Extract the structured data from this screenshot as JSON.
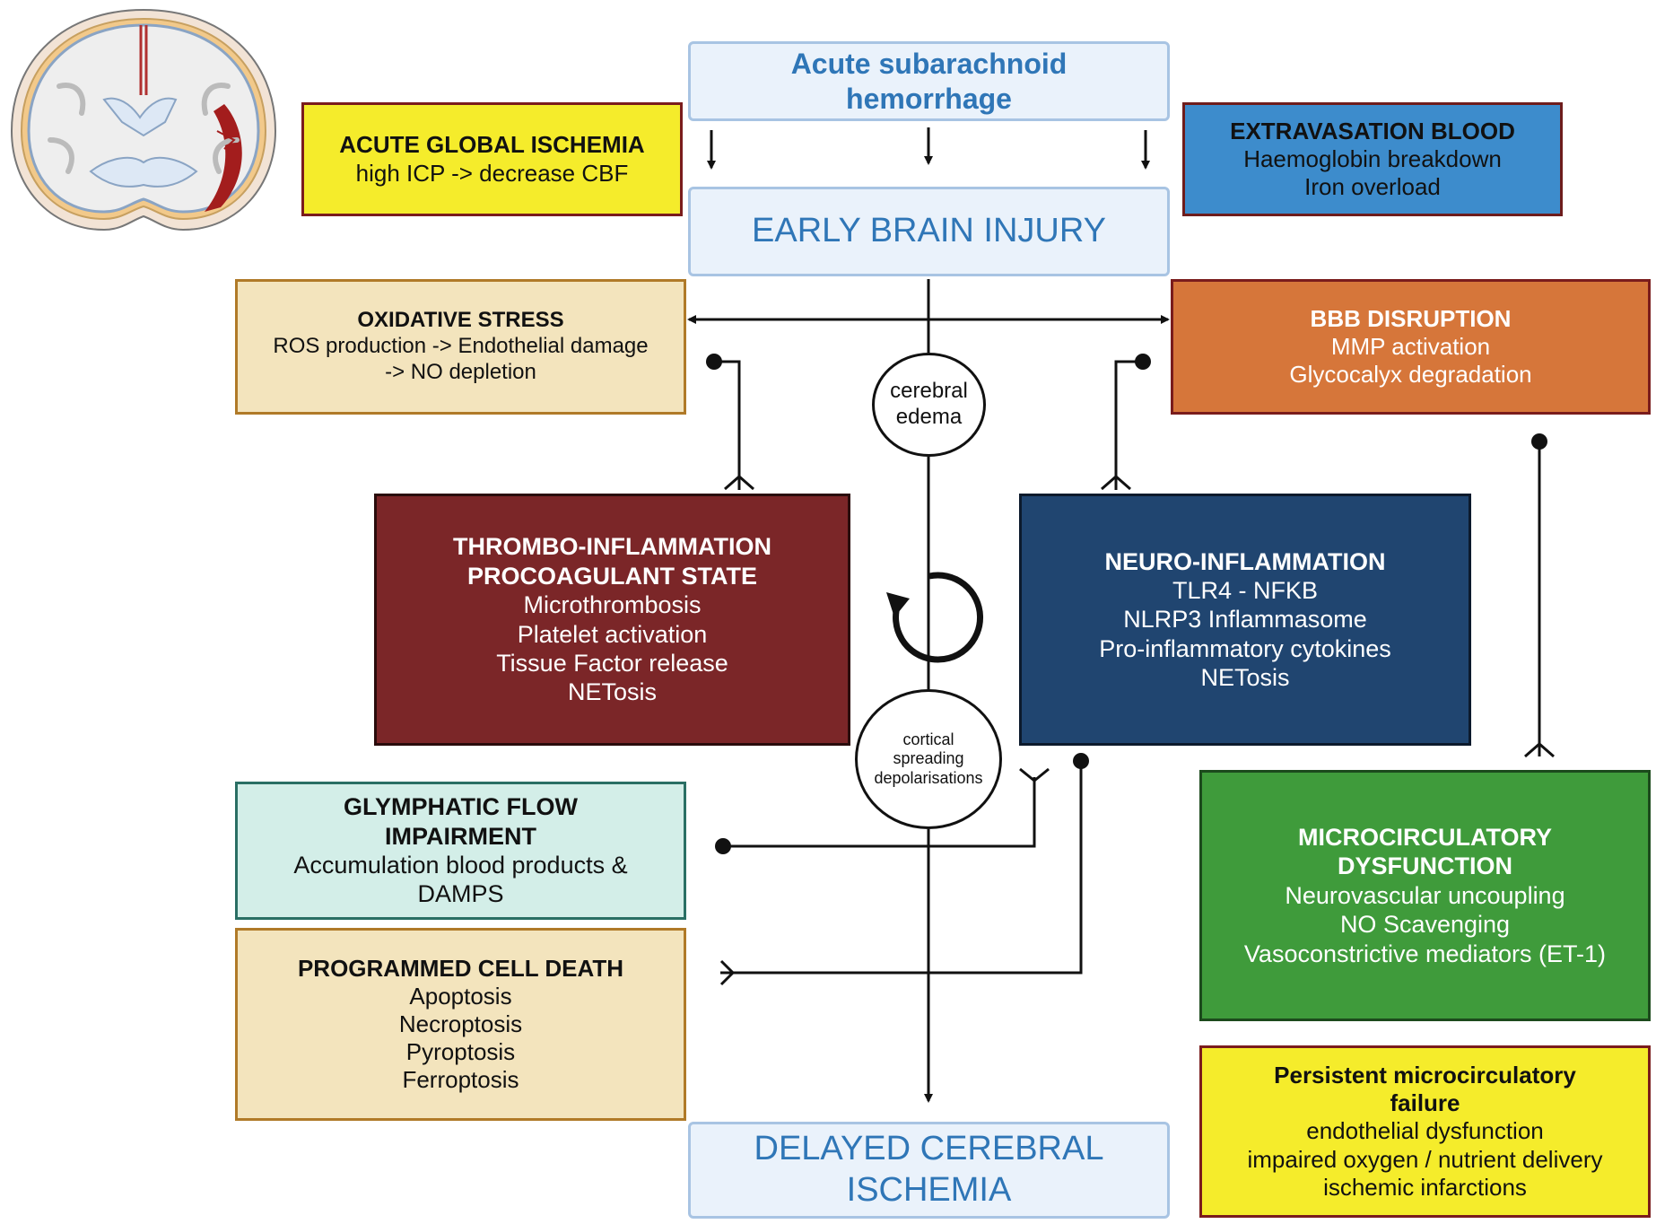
{
  "nodes": {
    "acute_sah": {
      "lines": [
        "Acute  subarachnoid",
        "hemorrhage"
      ]
    },
    "early_brain_injury": {
      "title": "EARLY BRAIN INJURY"
    },
    "delayed_ischemia": {
      "lines": [
        "DELAYED CEREBRAL",
        "ISCHEMIA"
      ]
    },
    "global_ischemia": {
      "title": "ACUTE GLOBAL ISCHEMIA",
      "lines": [
        "high ICP -> decrease CBF"
      ]
    },
    "extravasation": {
      "title": "EXTRAVASATION BLOOD",
      "lines": [
        "Haemoglobin breakdown",
        "Iron overload"
      ]
    },
    "oxidative_stress": {
      "title": "OXIDATIVE STRESS",
      "lines": [
        "ROS production ->  Endothelial damage",
        "-> NO depletion"
      ]
    },
    "bbb_disruption": {
      "title": "BBB DISRUPTION",
      "lines": [
        "MMP activation",
        "Glycocalyx degradation"
      ]
    },
    "thrombo_inflammation": {
      "title_lines": [
        "THROMBO-INFLAMMATION",
        "PROCOAGULANT STATE"
      ],
      "lines": [
        "Microthrombosis",
        "Platelet activation",
        "Tissue Factor release",
        "NETosis"
      ]
    },
    "neuro_inflammation": {
      "title": "NEURO-INFLAMMATION",
      "lines": [
        "TLR4 - NFKB",
        "NLRP3 Inflammasome",
        "Pro-inflammatory cytokines",
        "NETosis"
      ]
    },
    "glymphatic": {
      "title_lines": [
        "GLYMPHATIC FLOW",
        "IMPAIRMENT"
      ],
      "lines": [
        "Accumulation blood products &",
        "DAMPS"
      ]
    },
    "cell_death": {
      "title": "PROGRAMMED CELL DEATH",
      "lines": [
        "Apoptosis",
        "Necroptosis",
        "Pyroptosis",
        "Ferroptosis"
      ]
    },
    "microcirculatory": {
      "title_lines": [
        "MICROCIRCULATORY",
        "DYSFUNCTION"
      ],
      "lines": [
        "Neurovascular uncoupling",
        "NO Scavenging",
        "Vasoconstrictive mediators (ET-1)"
      ]
    },
    "persistent": {
      "title_lines": [
        "Persistent microcirculatory",
        "failure"
      ],
      "lines": [
        "endothelial dysfunction",
        "impaired oxygen / nutrient delivery",
        "ischemic infarctions"
      ]
    },
    "cerebral_edema": {
      "lines": [
        "cerebral",
        "edema"
      ]
    },
    "csd": {
      "lines": [
        "cortical",
        "spreading",
        "depolarisations"
      ]
    }
  },
  "colors": {
    "light_blue_fill": "#eaf2fb",
    "light_blue_text": "#2f76b7",
    "yellow": "#f5ec2b",
    "blue": "#3d8ccc",
    "beige": "#f3e4bd",
    "orange": "#d6763a",
    "dark_red": "#7b2628",
    "navy": "#204570",
    "mint": "#d3eee8",
    "green": "#3f9b3b"
  },
  "icons": {
    "brain": "brain-coronal-section-icon",
    "cycle": "circular-cycle-arrow-icon"
  }
}
